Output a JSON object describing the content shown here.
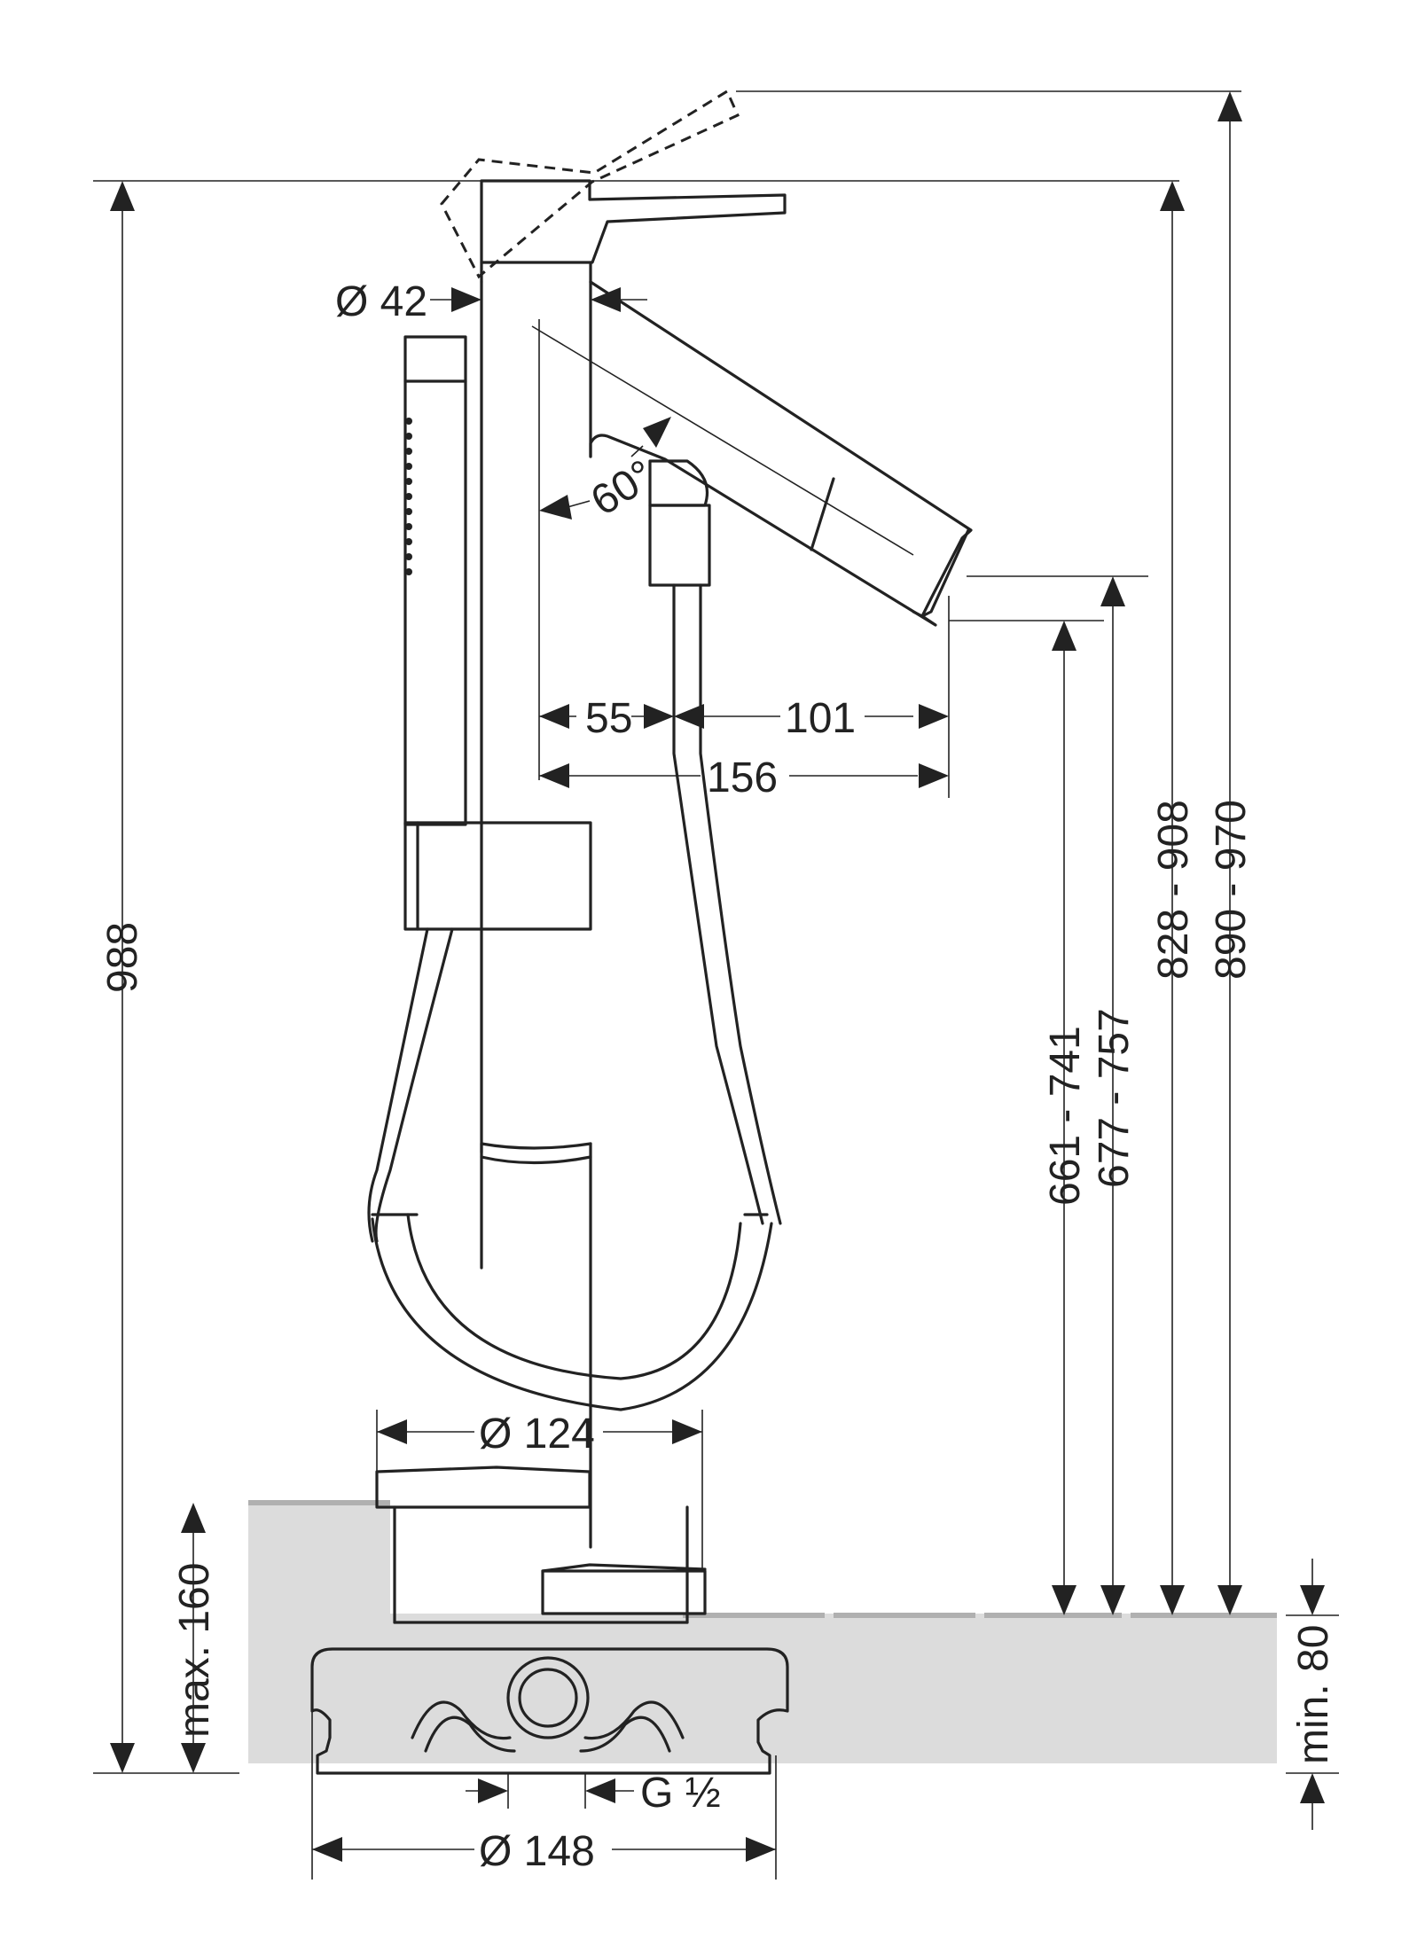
{
  "dimensions": {
    "dia_42": "Ø 42",
    "angle": "60°",
    "d55": "55",
    "d101": "101",
    "d156": "156",
    "h988": "988",
    "h661_741": "661 - 741",
    "h677_757": "677 - 757",
    "h828_908": "828 - 908",
    "h890_970": "890 - 970",
    "dia_124": "Ø 124",
    "max160": "max. 160",
    "min80": "min. 80",
    "thread": "G ½",
    "dia_148": "Ø 148"
  },
  "colors": {
    "line": "#222222",
    "floor": "#dcdcdc"
  }
}
